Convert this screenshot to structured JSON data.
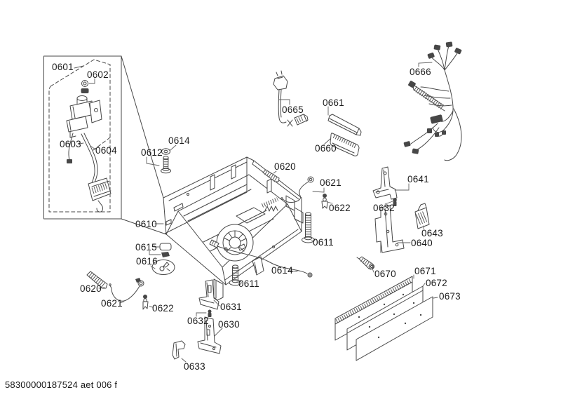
{
  "diagram": {
    "type": "exploded-parts-diagram",
    "footer_code": "58300000187524 aet 006 f",
    "colors": {
      "background": "#ffffff",
      "line": "#474747",
      "label": "#1b1b1b",
      "dark_fill": "#474747"
    },
    "callouts": [
      {
        "part": "0601"
      },
      {
        "part": "0602"
      },
      {
        "part": "0603"
      },
      {
        "part": "0604"
      },
      {
        "part": "0614"
      },
      {
        "part": "0612"
      },
      {
        "part": "0610"
      },
      {
        "part": "0615"
      },
      {
        "part": "0616"
      },
      {
        "part": "0620"
      },
      {
        "part": "0621"
      },
      {
        "part": "0622"
      },
      {
        "part": "0611"
      },
      {
        "part": "0614"
      },
      {
        "part": "0611"
      },
      {
        "part": "0620"
      },
      {
        "part": "0621"
      },
      {
        "part": "0622"
      },
      {
        "part": "0631"
      },
      {
        "part": "0632"
      },
      {
        "part": "0630"
      },
      {
        "part": "0633"
      },
      {
        "part": "0665"
      },
      {
        "part": "0661"
      },
      {
        "part": "0660"
      },
      {
        "part": "0666"
      },
      {
        "part": "0641"
      },
      {
        "part": "0632"
      },
      {
        "part": "0643"
      },
      {
        "part": "0640"
      },
      {
        "part": "0670"
      },
      {
        "part": "0671"
      },
      {
        "part": "0672"
      },
      {
        "part": "0673"
      }
    ]
  }
}
